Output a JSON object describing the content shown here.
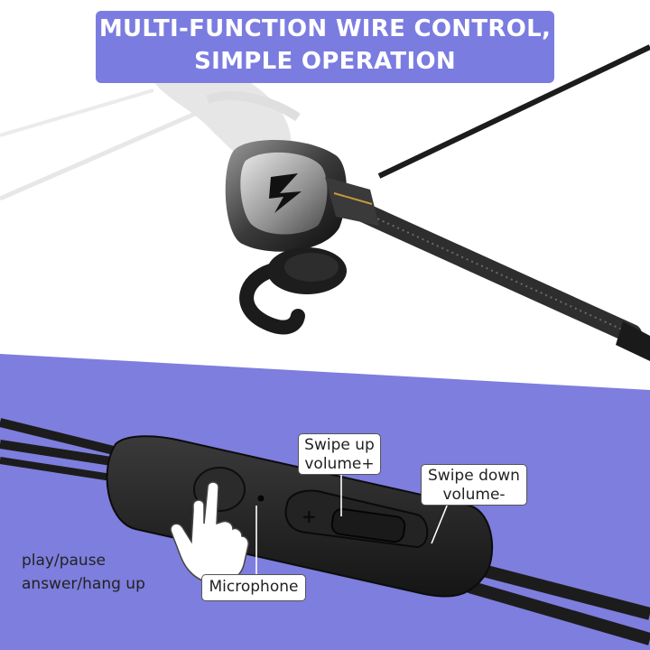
{
  "banner": {
    "line1": "MULTI-FUNCTION WIRE CONTROL,",
    "line2": "SIMPLE OPERATION",
    "color": "#7b7ce0"
  },
  "colors": {
    "lower_panel": "#7d7edd",
    "cable": "#1c1c1c",
    "remote_body": "#262626"
  },
  "labels": {
    "swipe_up_line1": "Swipe up",
    "swipe_up_line2": "volume+",
    "swipe_down_line1": "Swipe down",
    "swipe_down_line2": "volume-",
    "play_line1": "play/pause",
    "play_line2": "answer/hang up",
    "microphone": "Microphone"
  },
  "icons": [
    "brand-logo-icon",
    "tap-hand-icon",
    "plus-icon"
  ]
}
